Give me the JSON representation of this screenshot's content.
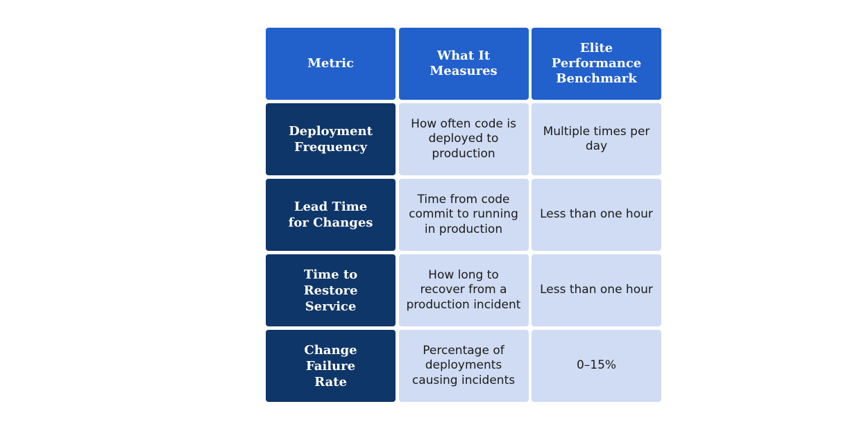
{
  "table": {
    "headers": [
      "Metric",
      "What It Measures",
      "Elite Performance Benchmark"
    ],
    "rows": [
      {
        "metric": "Deployment Frequency",
        "measures": "How often code is deployed to production",
        "benchmark": "Multiple times per day"
      },
      {
        "metric": "Lead Time for Changes",
        "measures": "Time from code commit to running in production",
        "benchmark": "Less than one hour"
      },
      {
        "metric": "Time to Restore Service",
        "measures": "How long to recover from a production incident",
        "benchmark": "Less than one hour"
      },
      {
        "metric": "Change Failure Rate",
        "measures": "Percentage of deployments causing incidents",
        "benchmark": "0–15%"
      }
    ]
  },
  "colors": {
    "header_bg": "#2260cc",
    "metric_bg": "#0f3668",
    "body_bg": "#cfdcf3"
  }
}
